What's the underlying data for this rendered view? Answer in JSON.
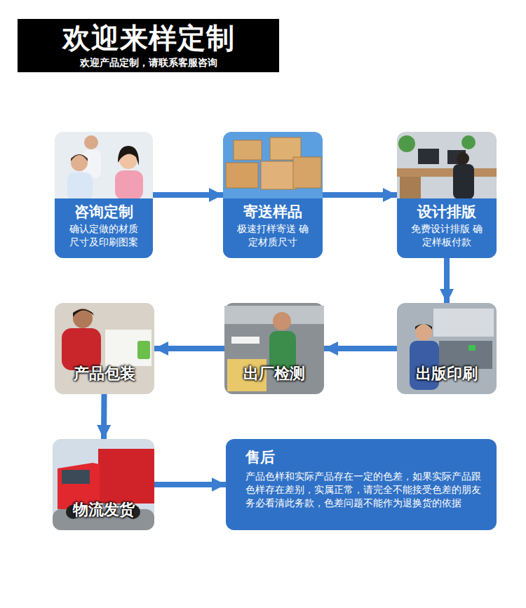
{
  "diagram": {
    "title": "欢迎来样定制",
    "nodes": [
      {
        "text": [
          "咨询定制",
          "确认定做的材质 尺寸及印刷图案"
        ]
      },
      {
        "text": [
          "寄送样品",
          "极速打样寄送 确定材质尺寸"
        ]
      },
      {
        "text": [
          "设计排版",
          "免费设计排版 确定样板付款"
        ]
      },
      {
        "text": [
          "出版印刷"
        ]
      },
      {
        "text": [
          "出厂检测"
        ]
      },
      {
        "text": [
          "产品包装"
        ]
      },
      {
        "text": [
          "物流发货"
        ]
      },
      {
        "text": [
          "售后",
          "产品色样和实际产品存在一定的色差，如果实际产品跟色样存在差别，实属正常，请完全不能接受色差的朋友务必看清此务款，色差问题不能作为退换货的依据"
        ]
      }
    ],
    "edges": [
      {
        "from": 0,
        "to": 1,
        "arrow": "to"
      },
      {
        "from": 1,
        "to": 2,
        "arrow": "to"
      },
      {
        "from": 2,
        "to": 3,
        "arrow": "to"
      },
      {
        "from": 3,
        "to": 4,
        "arrow": "to"
      },
      {
        "from": 4,
        "to": 5,
        "arrow": "to"
      },
      {
        "from": 5,
        "to": 6,
        "arrow": "to"
      },
      {
        "from": 6,
        "to": 7,
        "arrow": "to"
      }
    ],
    "labels": [
      "欢迎产品定制，请联系客服咨询"
    ]
  }
}
